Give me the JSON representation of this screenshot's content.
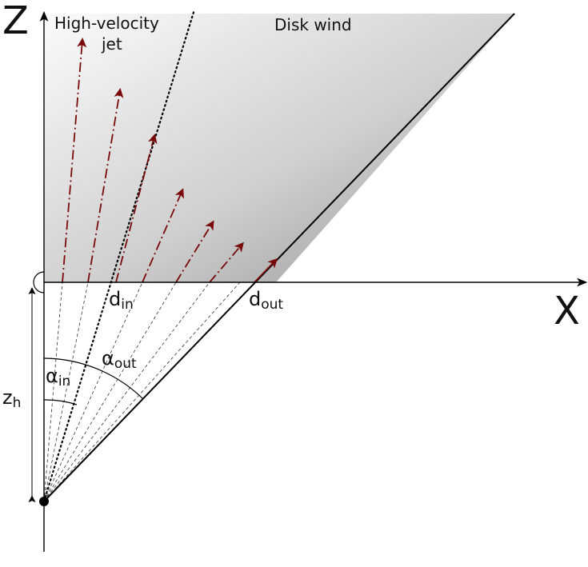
{
  "axes": {
    "z_label": "Z",
    "x_label": "X"
  },
  "regions": {
    "jet_label_line1": "High-velocity",
    "jet_label_line2": "jet",
    "wind_label": "Disk wind"
  },
  "parameters": {
    "d_in_base": "d",
    "d_in_sub": "in",
    "d_out_base": "d",
    "d_out_sub": "out",
    "alpha_in_base": "α",
    "alpha_in_sub": "in",
    "alpha_out_base": "α",
    "alpha_out_sub": "out",
    "z_h_base": "z",
    "z_h_sub": "h"
  },
  "colors": {
    "arrow": "#7a0a0a",
    "shade_light": "#f7f7f7",
    "shade_dark": "#9c9c9c",
    "line": "#000000"
  }
}
